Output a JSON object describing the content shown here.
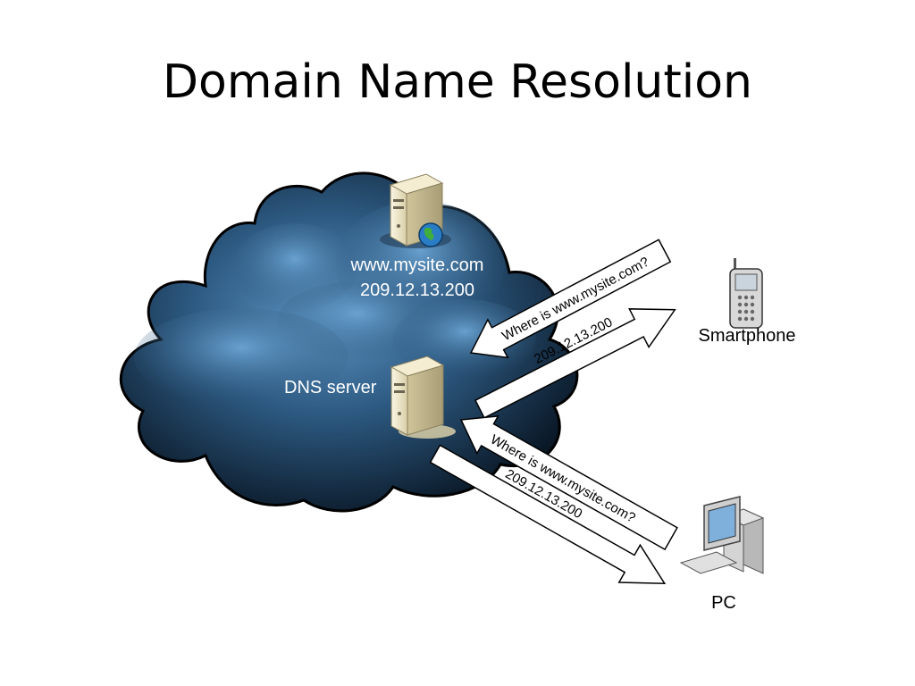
{
  "title": "Domain Name Resolution",
  "diagram": {
    "web_server": {
      "host": "www.mysite.com",
      "ip": "209.12.13.200"
    },
    "dns_server": {
      "label": "DNS server"
    },
    "smartphone": {
      "label": "Smartphone"
    },
    "pc": {
      "label": "PC"
    },
    "arrows": {
      "smartphone_query": "Where is www.mysite.com?",
      "smartphone_reply": "209.12.13.200",
      "pc_query": "Where is www.mysite.com?",
      "pc_reply": "209.12.13.200"
    }
  },
  "colors": {
    "cloud_dark": "#0b1a2a",
    "cloud_light": "#4a86b8",
    "server_body": "#ece3c4"
  }
}
